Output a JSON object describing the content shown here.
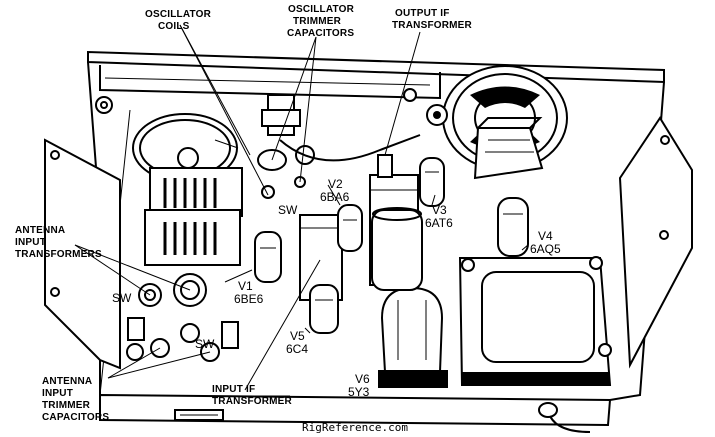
{
  "callouts": {
    "oscillator_coils": [
      "OSCILLATOR",
      "COILS"
    ],
    "oscillator_trimmers": [
      "OSCILLATOR",
      "TRIMMER",
      "CAPACITORS"
    ],
    "output_if": [
      "OUTPUT IF",
      "TRANSFORMER"
    ],
    "antenna_transformers": [
      "ANTENNA",
      "INPUT",
      "TRANSFORMERS"
    ],
    "antenna_trimmers": [
      "ANTENNA",
      "INPUT",
      "TRIMMER",
      "CAPACITORS"
    ],
    "input_if": [
      "INPUT IF",
      "TRANSFORMER"
    ]
  },
  "tubes": {
    "v1": [
      "V1",
      "6BE6"
    ],
    "v2": [
      "V2",
      "6BA6"
    ],
    "v3": [
      "V3",
      "6AT6"
    ],
    "v4": [
      "V4",
      "6AQ5"
    ],
    "v5": [
      "V5",
      "6C4"
    ],
    "v6": [
      "V6",
      "5Y3"
    ]
  },
  "switch_marks": [
    "SW",
    "SW",
    "SW"
  ],
  "credit": "RigReference.com"
}
